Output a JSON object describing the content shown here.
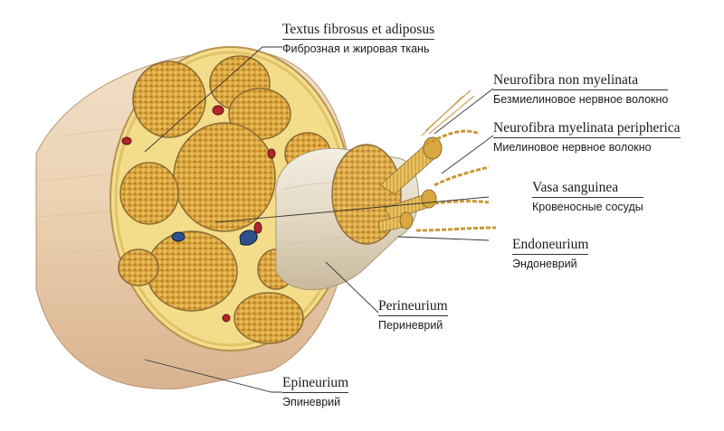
{
  "labels": {
    "textus": {
      "latin": "Textus fibrosus et adiposus",
      "russian": "Фиброзная и жировая ткань"
    },
    "non_myelinata": {
      "latin": "Neurofibra non myelinata",
      "russian": "Безмиелиновое нервное волокно"
    },
    "myelinata": {
      "latin": "Neurofibra myelinata peripherica",
      "russian": "Миелиновое нервное волокно"
    },
    "vasa": {
      "latin": "Vasa sanguinea",
      "russian": "Кровеносные сосуды"
    },
    "endoneurium": {
      "latin": "Endoneurium",
      "russian": "Эндоневрий"
    },
    "perineurium": {
      "latin": "Perineurium",
      "russian": "Периневрий"
    },
    "epineurium": {
      "latin": "Epineurium",
      "russian": "Эпиневрий"
    }
  },
  "colors": {
    "epineurium": "#e8c9a6",
    "cut_face": "#f3dd8a",
    "fascicle": "#d9a83e",
    "perineurium": "#e4dcc9",
    "vessel_red": "#b3242b",
    "vessel_blue": "#2e4f8a",
    "leader_line": "#333333"
  }
}
